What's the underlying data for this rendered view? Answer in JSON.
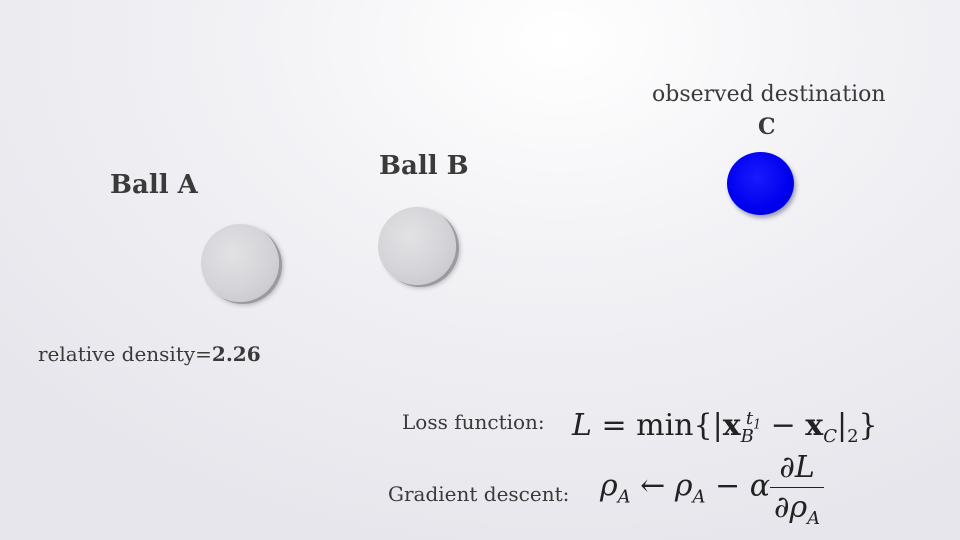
{
  "scene": {
    "ball_a": {
      "label": "Ball A"
    },
    "ball_b": {
      "label": "Ball B"
    },
    "target": {
      "caption": "observed destination",
      "label": "C",
      "color": "#0000ee"
    },
    "density": {
      "prefix": "relative density=",
      "value": "2.26"
    }
  },
  "equations": {
    "loss": {
      "label": "Loss function:"
    },
    "gradient": {
      "label": "Gradient descent:"
    }
  }
}
